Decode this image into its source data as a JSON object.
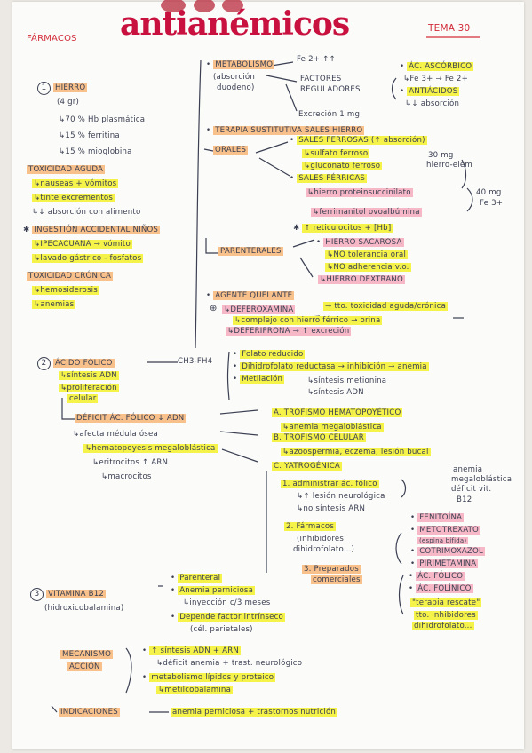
{
  "header": {
    "subject": "FÁRMACOS",
    "title": "antianémicos",
    "tema": "TEMA 30"
  },
  "hierro": {
    "num": "1",
    "title": "HIERRO",
    "qty": "(4 gr)",
    "dist": [
      "↳70 %  Hb plasmática",
      "↳15 %  ferritina",
      "↳15 %  mioglobina"
    ],
    "tox_aguda_title": "TOXICIDAD AGUDA",
    "tox_aguda": [
      "↳nauseas + vómitos",
      "↳tinte excrementos",
      "↳↓ absorción con alimento"
    ],
    "ingestion_title": "INGESTIÓN ACCIDENTAL NIÑOS",
    "ingestion": [
      "↳IPECACUANA → vómito",
      "↳lavado gástrico - fosfatos"
    ],
    "tox_cronica_title": "TOXICIDAD CRÓNICA",
    "tox_cronica": [
      "↳hemosiderosis",
      "↳anemias"
    ],
    "metabolismo_title": "METABOLISMO",
    "metabolismo_sub": [
      "(absorción",
      "duodeno)"
    ],
    "fe": "Fe 2+ ↑↑",
    "factores": [
      "FACTORES",
      "REGULADORES"
    ],
    "factores_items": [
      "ÁC. ASCÓRBICO",
      "↳Fe 3+ → Fe 2+",
      "ANTIÁCIDOS",
      "↳↓ absorción"
    ],
    "excrecion": "Excreción 1 mg",
    "terapia_title": "TERAPIA SUSTITUTIVA SALES HIERRO",
    "orales": "ORALES",
    "ferrosas": "SALES FERROSAS (↑ absorción)",
    "ferrosas_items": [
      "↳sulfato ferroso",
      "↳gluconato ferroso"
    ],
    "ferrosas_note": [
      "30 mg",
      "hierro-elem"
    ],
    "ferricas": "SALES FÉRRICAS",
    "ferricas_items": [
      "↳hierro proteinsuccinilato",
      "↳ferrimanitol ovoalbúmina"
    ],
    "ferricas_note": [
      "40 mg",
      "Fe 3+"
    ],
    "reticulocitos": "↑ reticulocitos + [Hb]",
    "parenterales": "PARENTERALES",
    "parenterales_items": [
      "HIERRO SACAROSA",
      "↳NO tolerancia oral",
      "↳NO adherencia v.o.",
      "↳HIERRO DEXTRANO"
    ],
    "quelante_title": "AGENTE QUELANTE",
    "quelante_items": [
      "↳DEFEROXAMINA",
      "→ tto. toxicidad aguda/crónica",
      "↳complejo con hierro férrico → orina",
      "↳DEFERIPRONA → ↑ excreción"
    ]
  },
  "acido_folico": {
    "num": "2",
    "title": "ÁCIDO FÓLICO",
    "arrow": "CH3-FH4",
    "sub": [
      "↳síntesis ADN",
      "↳proliferación",
      "celular"
    ],
    "fuentes": [
      "Folato reducido",
      "Dihidrofolato reductasa → inhibición → anemia",
      "Metilación",
      "↳síntesis metionina",
      "↳síntesis ADN"
    ],
    "deficit_title": "DÉFICIT ÁC. FÓLICO ↓ ADN",
    "deficit_items": [
      "↳afecta médula ósea",
      "↳hematopoyesis megaloblástica",
      "↳eritrocitos ↑ ARN",
      "↳macrocitos"
    ],
    "a_title": "A. TROFISMO HEMATOPOYÉTICO",
    "a_items": [
      "↳anemia megaloblástica"
    ],
    "b_title": "B. TROFISMO CELULAR",
    "b_items": [
      "↳azoospermia, eczema, lesión bucal"
    ],
    "c_title": "C. YATROGÉNICA",
    "c1": "1. administrar ác. fólico",
    "c1_sub": [
      "↳↑ lesión neurológica",
      "↳no síntesis ARN"
    ],
    "c1_right": [
      "anemia",
      "megaloblástica",
      "déficit vit.",
      "B12"
    ],
    "c2": "2. Fármacos",
    "c2_sub": [
      "(inhibidores",
      "dihidrofolato...)"
    ],
    "c2_items": [
      "FENITOÍNA",
      "METOTREXATO",
      "(espina bífida)",
      "COTRIMOXAZOL",
      "PIRIMETAMINA"
    ],
    "c3": "3. Preparados",
    "c3_sub": "comerciales",
    "c3_items": [
      "ÁC. FÓLICO",
      "ÁC. FOLÍNICO",
      "\"terapia rescate\"",
      "tto. inhibidores",
      "dihidrofolato..."
    ]
  },
  "b12": {
    "num": "3",
    "title": "VITAMINA B12",
    "sub": "(hidroxicobalamina)",
    "items": [
      "Parenteral",
      "Anemia perniciosa",
      "↳inyección c/3 meses",
      "Depende factor intrínseco",
      "(cél. parietales)"
    ],
    "mecanismo_title": [
      "MECANISMO",
      "ACCIÓN"
    ],
    "mecanismo": [
      "↑ síntesis ADN + ARN",
      "↳déficit anemia + trast. neurológico",
      "metabolismo lípidos y proteico",
      "↳metilcobalamina"
    ],
    "indicaciones_title": "INDICACIONES",
    "indicaciones": "anemia perniciosa + trastornos nutrición"
  }
}
